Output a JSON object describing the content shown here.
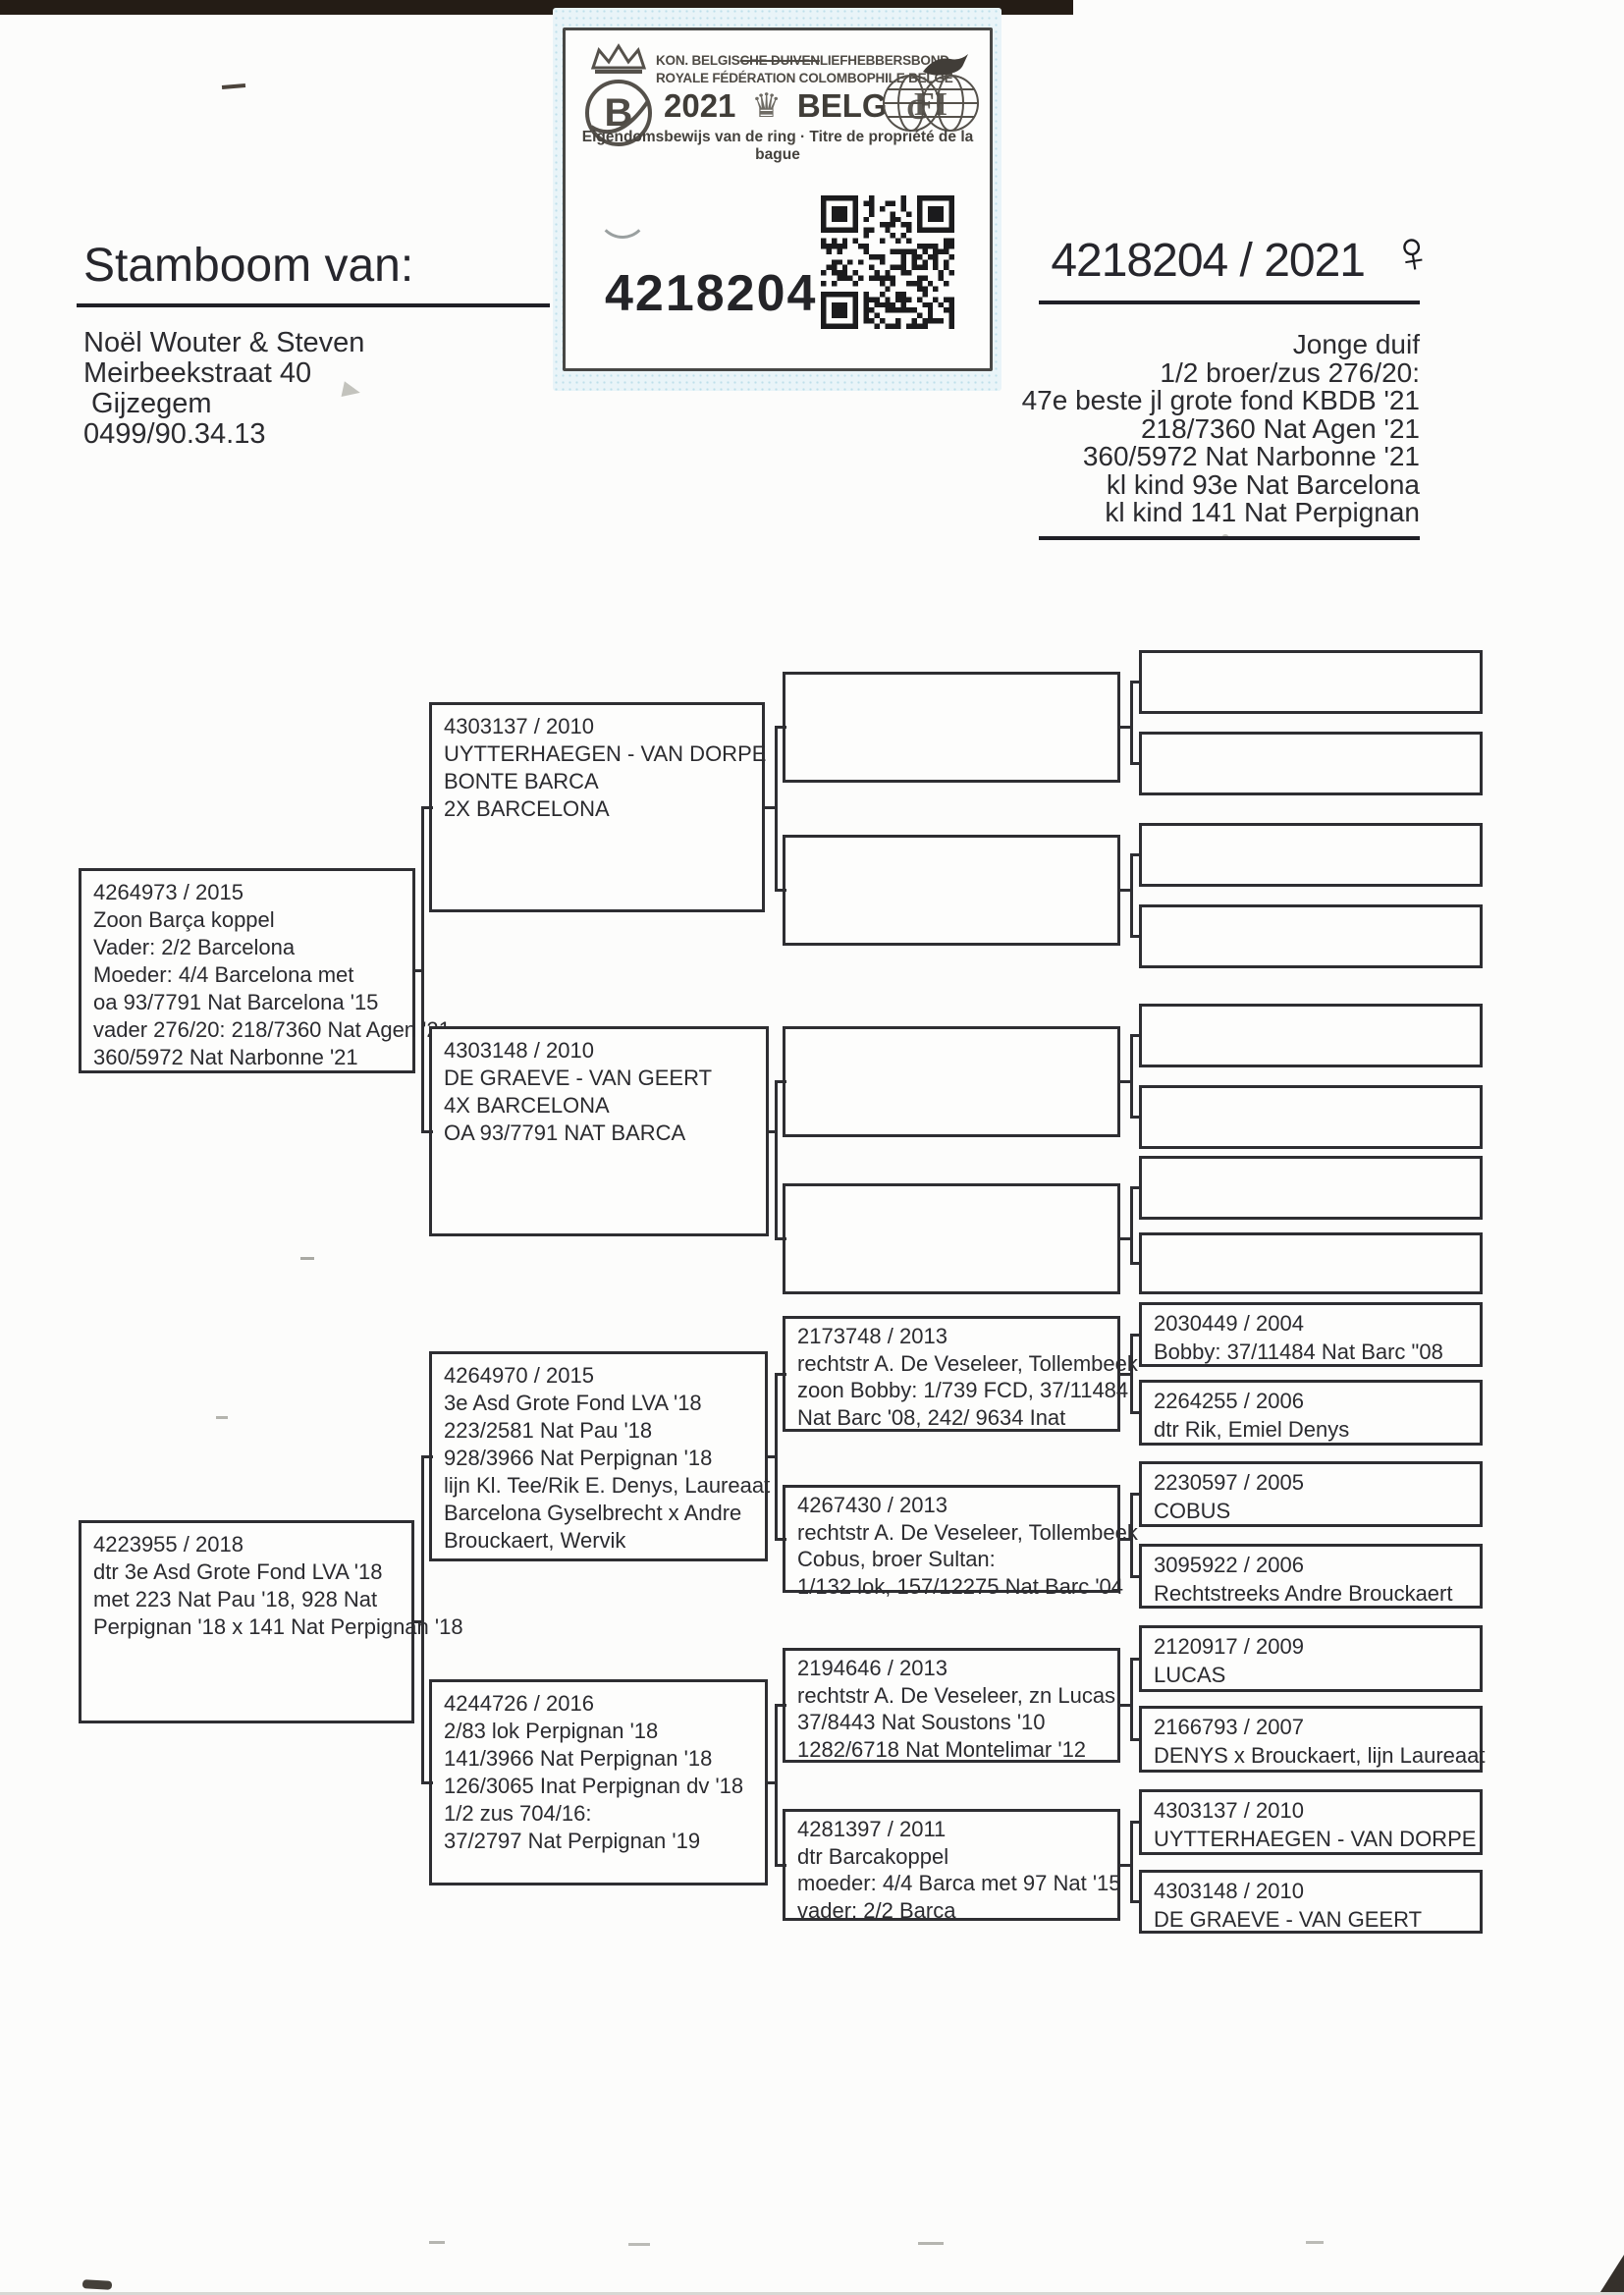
{
  "certificate": {
    "federation_nl": {
      "pre": "KON. BELGIS",
      "struck": "CHE DUIVEN",
      "post": "LIEFHEBBERSBOND"
    },
    "federation_fr": "ROYALE FÉDÉRATION COLOMBOPHILE BELGE",
    "year": "2021",
    "crown_icon": "♛",
    "country": "BELG",
    "subtitle": "Eigendomsbewijs van de ring · Titre de propriété de la bague",
    "ring_number": "4218204"
  },
  "header": {
    "title": "Stamboom van:",
    "owner_lines": [
      "Noël Wouter & Steven",
      "Meirbeekstraat 40",
      " Gijzegem",
      "0499/90.34.13"
    ],
    "ring_year": "4218204 / 2021",
    "sex_symbol": "♀",
    "note_lines": [
      "Jonge duif",
      "1/2 broer/zus 276/20:",
      "47e beste jl grote fond KBDB '21",
      "218/7360 Nat Agen '21",
      "360/5972 Nat Narbonne '21",
      "kl kind 93e Nat Barcelona",
      "kl kind 141 Nat Perpignan"
    ]
  },
  "pedigree": {
    "boxes": [
      {
        "id": "sire",
        "lines": [
          "4264973 / 2015",
          "Zoon Barça koppel",
          "Vader: 2/2 Barcelona",
          "Moeder: 4/4 Barcelona met",
          "oa 93/7791 Nat Barcelona '15",
          "vader 276/20: 218/7360 Nat Agen '21",
          "360/5972 Nat Narbonne '21"
        ]
      },
      {
        "id": "sire-sire",
        "lines": [
          "4303137 / 2010",
          "UYTTERHAEGEN - VAN DORPE",
          "BONTE BARCA",
          "2X BARCELONA"
        ]
      },
      {
        "id": "sire-dam",
        "lines": [
          "4303148 / 2010",
          "DE GRAEVE - VAN GEERT",
          "4X BARCELONA",
          "OA 93/7791 NAT BARCA"
        ]
      },
      {
        "id": "dam",
        "lines": [
          "4223955 / 2018",
          "dtr 3e Asd Grote Fond LVA '18",
          "met 223 Nat Pau '18, 928 Nat",
          "Perpignan '18 x 141 Nat Perpignan '18"
        ]
      },
      {
        "id": "dam-sire",
        "lines": [
          "4264970 / 2015",
          "3e Asd Grote Fond LVA '18",
          "223/2581 Nat Pau '18",
          "928/3966 Nat Perpignan '18",
          "lijn Kl. Tee/Rik E. Denys, Laureaat",
          "Barcelona Gyselbrecht x Andre",
          "Brouckaert, Wervik"
        ]
      },
      {
        "id": "dam-dam",
        "lines": [
          "4244726 / 2016",
          "2/83 lok Perpignan '18",
          "141/3966 Nat Perpignan '18",
          "126/3065 Inat Perpignan dv '18",
          "1/2 zus 704/16:",
          "37/2797 Nat Perpignan '19"
        ]
      },
      {
        "id": "dam-sire-sire",
        "lines": [
          "2173748 / 2013",
          "rechtstr A. De Veseleer, Tollembeek",
          "zoon Bobby: 1/739 FCD, 37/11484",
          "Nat Barc '08, 242/ 9634 Inat"
        ]
      },
      {
        "id": "dam-sire-dam",
        "lines": [
          "4267430 / 2013",
          "rechtstr A. De Veseleer, Tollembeek",
          "Cobus, broer Sultan:",
          "1/132 lok, 157/12275 Nat Barc '04"
        ]
      },
      {
        "id": "dam-dam-sire",
        "lines": [
          "2194646 / 2013",
          "rechtstr A. De Veseleer, zn Lucas:",
          "37/8443 Nat Soustons '10",
          "1282/6718 Nat Montelimar '12"
        ]
      },
      {
        "id": "dam-dam-dam",
        "lines": [
          "4281397 / 2011",
          "dtr Barcakoppel",
          "moeder: 4/4 Barca met 97 Nat '15",
          "vader: 2/2 Barca"
        ]
      },
      {
        "id": "g4-1",
        "lines": [
          "2030449 / 2004",
          "Bobby: 37/11484 Nat Barc \"08"
        ]
      },
      {
        "id": "g4-2",
        "lines": [
          "2264255 / 2006",
          "dtr Rik, Emiel Denys"
        ]
      },
      {
        "id": "g4-3",
        "lines": [
          "2230597 / 2005",
          "COBUS"
        ]
      },
      {
        "id": "g4-4",
        "lines": [
          "3095922 / 2006",
          "Rechtstreeks Andre Brouckaert"
        ]
      },
      {
        "id": "g4-5",
        "lines": [
          "2120917 / 2009",
          "LUCAS"
        ]
      },
      {
        "id": "g4-6",
        "lines": [
          "2166793 / 2007",
          "DENYS x Brouckaert, lijn Laureaat"
        ]
      },
      {
        "id": "g4-7",
        "lines": [
          "4303137 / 2010",
          "UYTTERHAEGEN - VAN DORPE"
        ]
      },
      {
        "id": "g4-8",
        "lines": [
          "4303148 / 2010",
          "DE GRAEVE - VAN GEERT"
        ]
      }
    ]
  }
}
